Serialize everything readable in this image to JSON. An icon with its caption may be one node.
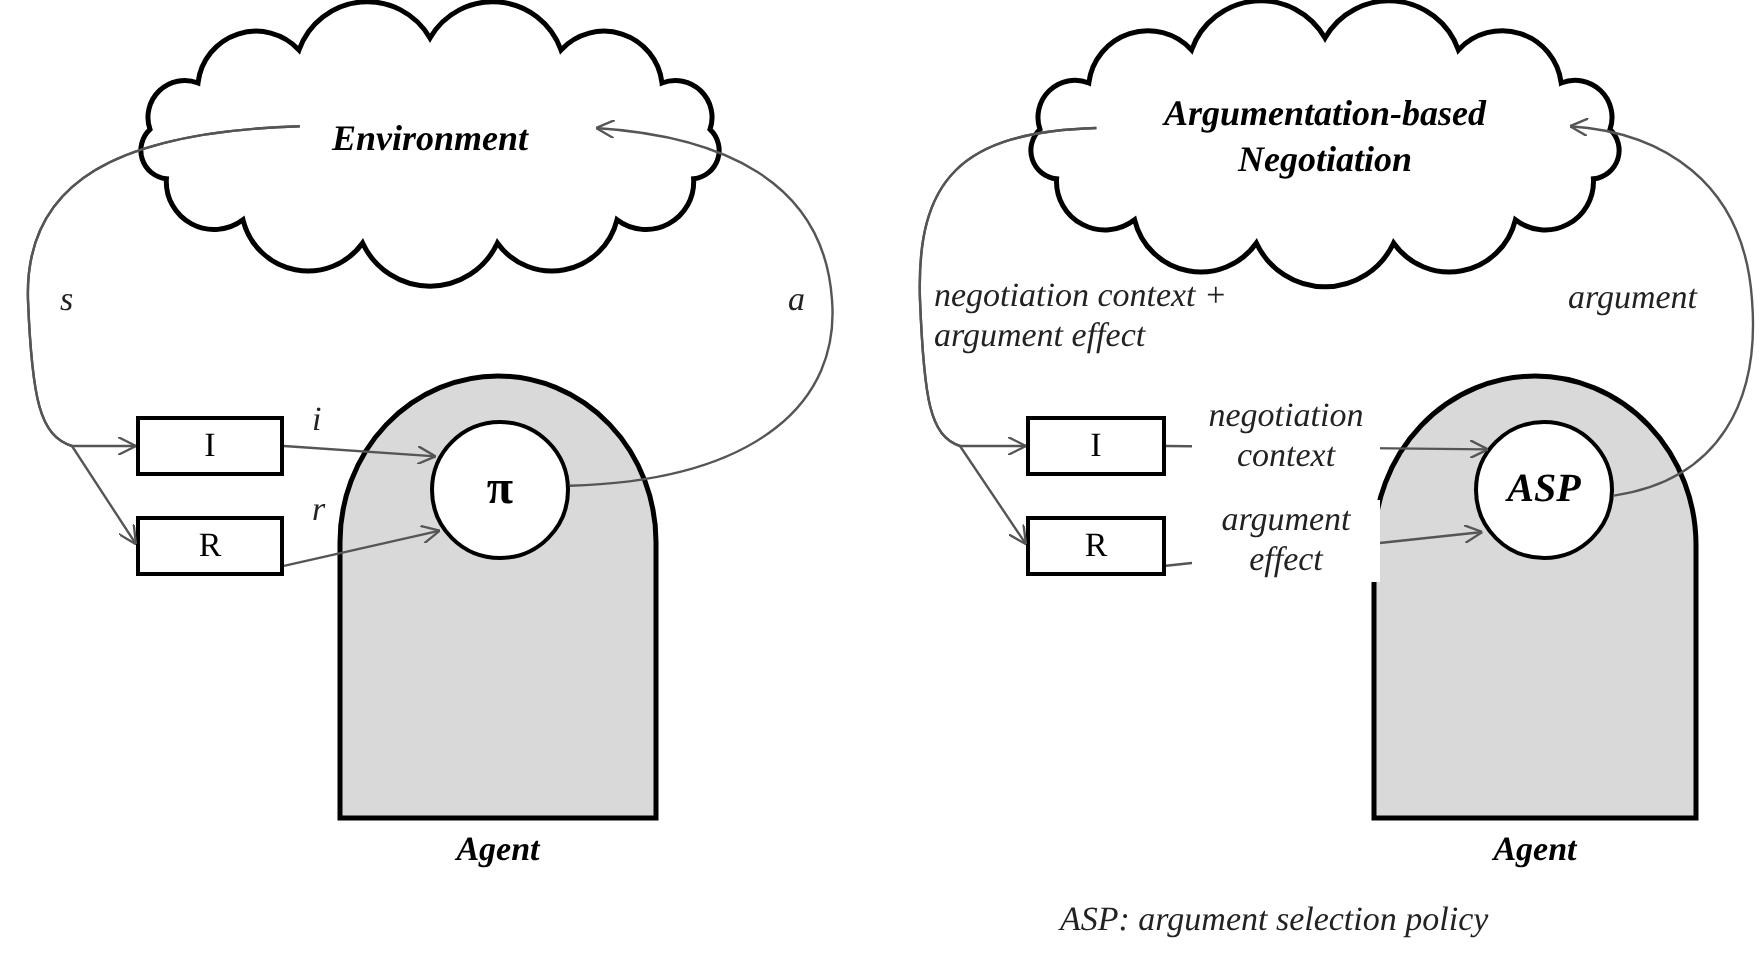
{
  "diagram": {
    "nodes": [
      {
        "text": [
          "Environment"
        ]
      },
      {
        "text": [
          "Agent"
        ]
      },
      {
        "text": [
          "π"
        ],
        "in": 1
      },
      {
        "text": [
          "I"
        ]
      },
      {
        "text": [
          "R"
        ]
      },
      {
        "text": [
          "Argumentation-based Negotiation"
        ]
      },
      {
        "text": [
          "Agent"
        ]
      },
      {
        "text": [
          "ASP"
        ],
        "in": 6
      },
      {
        "text": [
          "I"
        ]
      },
      {
        "text": [
          "R"
        ]
      }
    ],
    "edges": [
      {
        "from": 0,
        "to": 3,
        "arrow": "to",
        "label": "s"
      },
      {
        "from": 0,
        "to": 4,
        "arrow": "to"
      },
      {
        "from": 3,
        "to": 2,
        "arrow": "to",
        "label": "i"
      },
      {
        "from": 4,
        "to": 2,
        "arrow": "to",
        "label": "r"
      },
      {
        "from": 2,
        "to": 0,
        "arrow": "to",
        "label": "a"
      },
      {
        "from": 5,
        "to": 8,
        "arrow": "to",
        "label": "negotiation context + argument effect"
      },
      {
        "from": 5,
        "to": 9,
        "arrow": "to"
      },
      {
        "from": 8,
        "to": 7,
        "arrow": "to",
        "label": "negotiation context"
      },
      {
        "from": 9,
        "to": 7,
        "arrow": "to",
        "label": "argument effect"
      },
      {
        "from": 7,
        "to": 5,
        "arrow": "to",
        "label": "argument"
      }
    ],
    "labels": [
      "ASP: argument selection policy"
    ]
  }
}
